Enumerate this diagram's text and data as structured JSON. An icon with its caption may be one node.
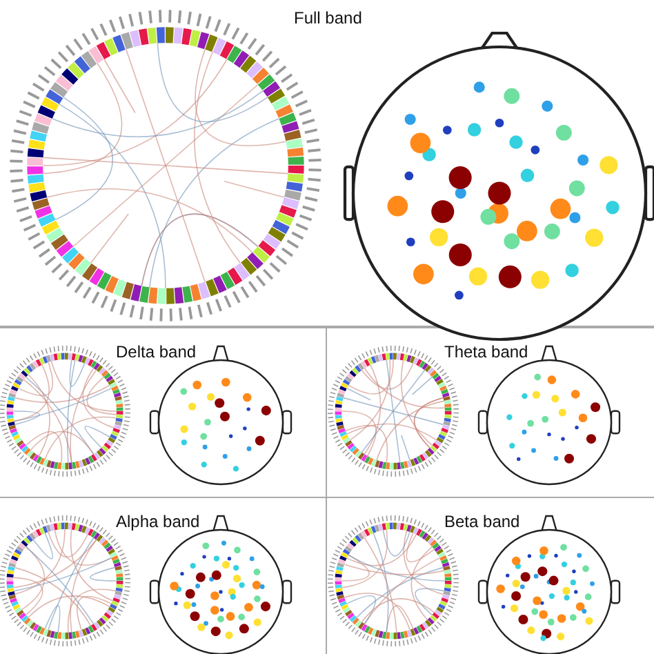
{
  "diagram": {
    "labels": [
      "Full band",
      "Delta band",
      "Theta band",
      "Alpha band",
      "Beta band"
    ]
  }
}
